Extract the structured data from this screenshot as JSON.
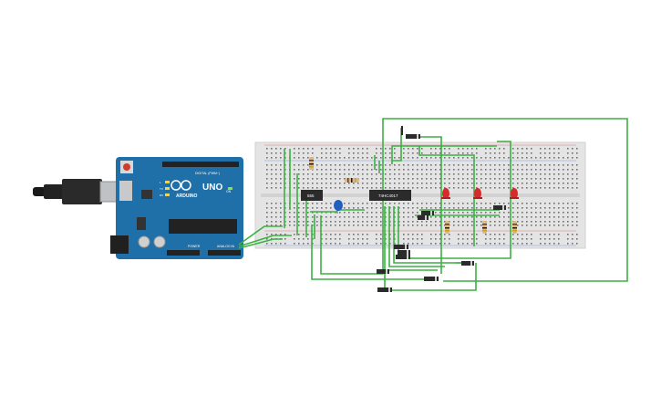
{
  "arduino": {
    "brand": "ARDUINO",
    "model": "UNO",
    "digital_label": "DIGITAL (PWM~)",
    "analog_label": "ANALOG IN",
    "power_label": "POWER",
    "on_label": "ON",
    "tx_label": "TX",
    "rx_label": "RX",
    "l_label": "L"
  },
  "chips": {
    "timer_label": "555",
    "counter_label": "74HC4017"
  },
  "colors": {
    "board_blue": "#1f6fa8",
    "breadboard": "#e4e4e4",
    "wire_green": "#3cb043",
    "led_red": "#d82a2a",
    "chip_black": "#2b2b2b",
    "capacitor_blue": "#1f5fbf"
  },
  "components": {
    "leds": 3,
    "resistors": 5,
    "diodes": 12,
    "capacitors": 1
  }
}
